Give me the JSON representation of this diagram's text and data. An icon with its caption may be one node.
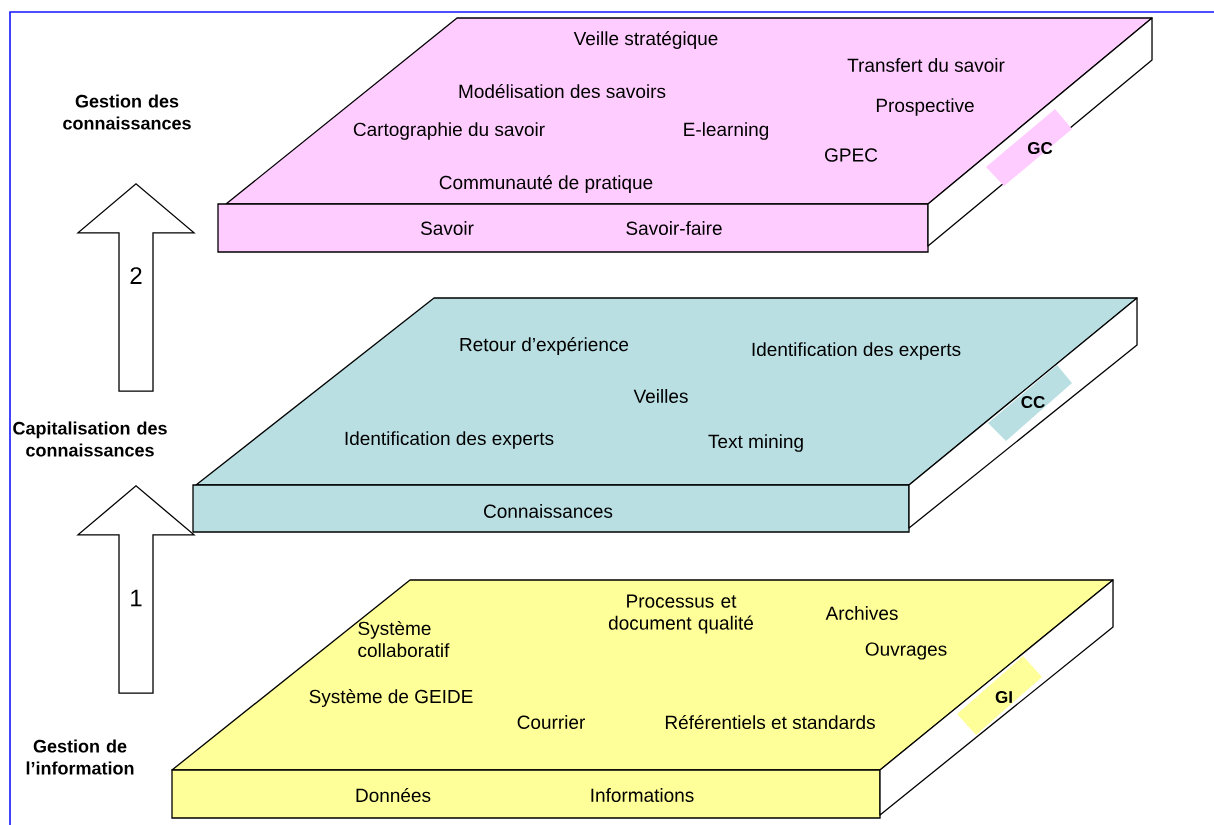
{
  "diagram": {
    "nodes": [
      {
        "text": [
          "Veille stratégique",
          "Transfert du savoir",
          "Modélisation des savoirs",
          "Prospective",
          "Cartographie du savoir",
          "E-learning",
          "GPEC",
          "Communauté de pratique",
          "Savoir",
          "Savoir-faire"
        ]
      },
      {
        "text": [
          "GC"
        ],
        "in": 0
      },
      {
        "text": [
          "Retour d’expérience",
          "Identification des experts",
          "Veilles",
          "Identification des experts",
          "Text mining",
          "Connaissances"
        ]
      },
      {
        "text": [
          "CC"
        ],
        "in": 2
      },
      {
        "text": [
          "Processus et document qualité",
          "Archives",
          "Système collaboratif",
          "Ouvrages",
          "Système de GEIDE",
          "Courrier",
          "Référentiels et standards",
          "Données",
          "Informations"
        ]
      },
      {
        "text": [
          "GI"
        ],
        "in": 4
      },
      {
        "text": [
          "Gestion des connaissances"
        ]
      },
      {
        "text": [
          "Capitalisation des connaissances"
        ]
      },
      {
        "text": [
          "Gestion de l’information"
        ]
      }
    ],
    "edges": [
      {
        "from": 8,
        "to": 7,
        "arrow": "to",
        "label": "1"
      },
      {
        "from": 7,
        "to": 6,
        "arrow": "to",
        "label": "2"
      }
    ]
  }
}
